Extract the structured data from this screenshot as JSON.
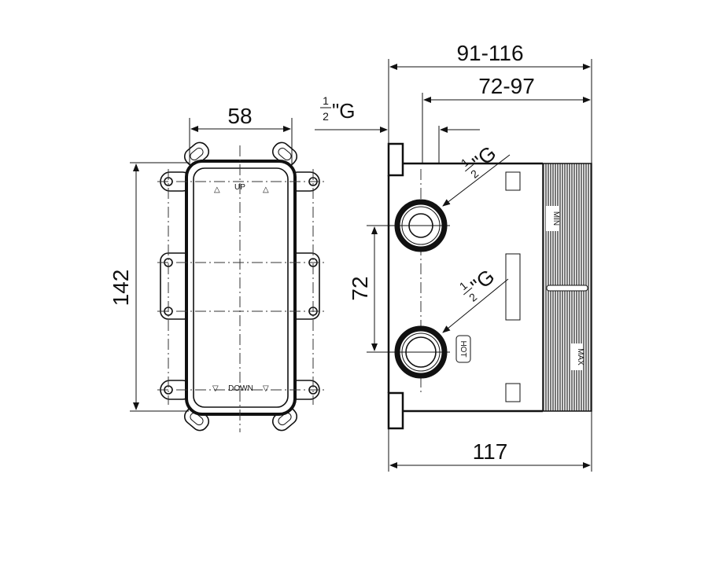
{
  "front_view": {
    "width_dim": "58",
    "height_dim": "142",
    "label_up": "UP",
    "label_down": "DOWN"
  },
  "side_view": {
    "depth_range_outer": "91-116",
    "depth_range_inner": "72-97",
    "total_depth": "117",
    "port_spacing": "72",
    "thread_label": {
      "numerator": "1",
      "denominator": "2",
      "suffix": "\"G"
    },
    "label_hot": "HOT",
    "label_min": "MIN",
    "label_max": "MAX"
  }
}
